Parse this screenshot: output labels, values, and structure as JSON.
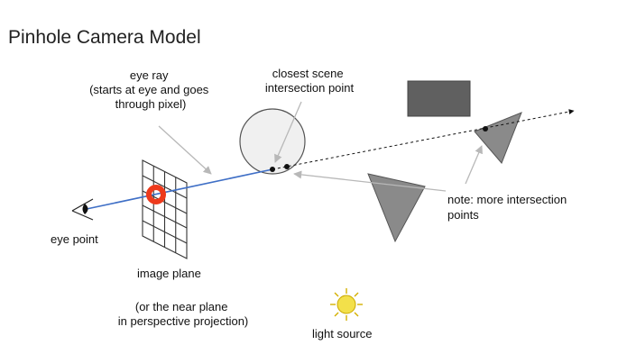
{
  "title": "Pinhole Camera Model",
  "labels": {
    "eye_ray": [
      "eye ray",
      "(starts at eye and goes",
      "through pixel)"
    ],
    "closest": [
      "closest scene",
      "intersection point"
    ],
    "note": [
      "note: more intersection",
      "points"
    ],
    "eye_point": "eye point",
    "image_plane": "image plane",
    "near_plane": [
      "(or the near plane",
      "in perspective projection)"
    ],
    "light_source": "light source"
  },
  "colors": {
    "ray": "#3f6fc6",
    "pixel_ring": "#ee3a1c",
    "sun": "#f3e04a",
    "rect": "#606060",
    "triangle": "#8a8a8a",
    "sphere": "#f0f0f0",
    "annotation": "#b8b8b8"
  }
}
